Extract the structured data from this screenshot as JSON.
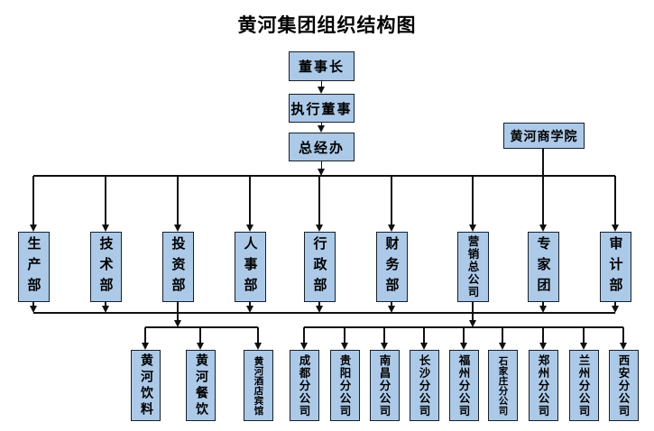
{
  "title": "黄河集团组织结构图",
  "colors": {
    "node_fill": "#ACC9E8",
    "node_border": "#16202B",
    "line": "#101010",
    "text": "#000000",
    "background": "#FFFFFF"
  },
  "top_chain": {
    "chairman": "董事长",
    "executive_director": "执行董事",
    "general_office": "总经办"
  },
  "business_school": "黄河商学院",
  "departments": [
    "生产部",
    "技术部",
    "投资部",
    "人事部",
    "行政部",
    "财务部",
    "营销总公司",
    "专家团",
    "审计部"
  ],
  "investment_subsidiaries": [
    "黄河饮料",
    "黄河餐饮",
    "黄河酒店宾馆"
  ],
  "marketing_branches": [
    "成都分公司",
    "贵阳分公司",
    "南昌分公司",
    "长沙分公司",
    "福州分公司",
    "石家庄分公司",
    "郑州分公司",
    "兰州分公司",
    "西安分公司"
  ]
}
